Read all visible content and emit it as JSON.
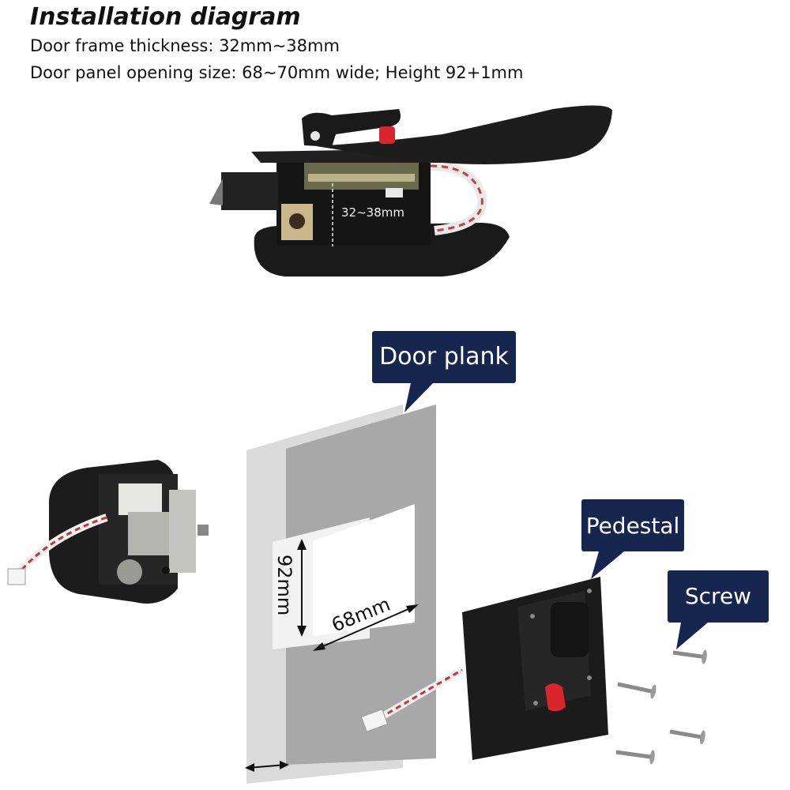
{
  "header": {
    "title": "Installation diagram",
    "line1": "Door frame thickness: 32mm~38mm",
    "line2": "Door panel opening size: 68~70mm wide; Height 92+1mm"
  },
  "top_view": {
    "thickness_label": "32~38mm"
  },
  "exploded_view": {
    "door_plank_label": "Door plank",
    "pedestal_label": "Pedestal",
    "screw_label": "Screw",
    "height_label": "92mm",
    "width_label": "68mm"
  },
  "colors": {
    "callout_bg": "#16264f",
    "lock_body": "#1c1c1c",
    "knob_red": "#d8262c"
  }
}
